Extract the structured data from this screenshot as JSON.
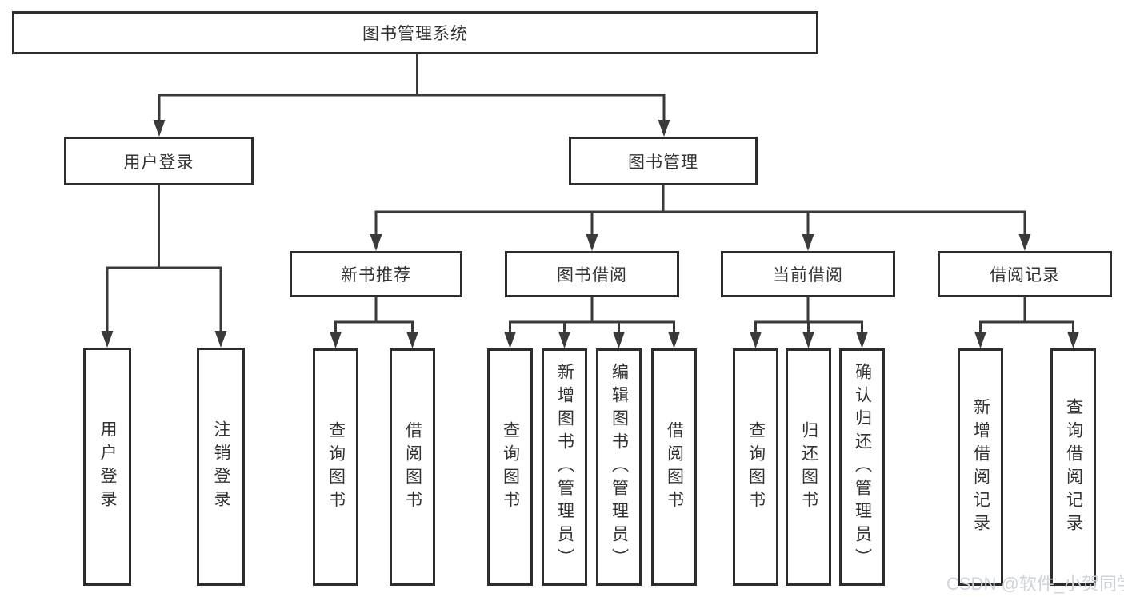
{
  "colors": {
    "line": "#3a3a3a",
    "border": "#2d2d2d",
    "text": "#333333",
    "watermark": "#cfd3da",
    "background": "#ffffff"
  },
  "watermark": {
    "text": "CSDN @软件_小贺同学"
  },
  "tree": {
    "root": {
      "label": "图书管理系统"
    },
    "branches": [
      {
        "label": "用户登录",
        "children": [
          {
            "label": "用户登录"
          },
          {
            "label": "注销登录"
          }
        ]
      },
      {
        "label": "图书管理",
        "children": [
          {
            "label": "新书推荐",
            "children": [
              {
                "label": "查询图书"
              },
              {
                "label": "借阅图书"
              }
            ]
          },
          {
            "label": "图书借阅",
            "children": [
              {
                "label": "查询图书"
              },
              {
                "label": "新增图书（管理员）"
              },
              {
                "label": "编辑图书（管理员）"
              },
              {
                "label": "借阅图书"
              }
            ]
          },
          {
            "label": "当前借阅",
            "children": [
              {
                "label": "查询图书"
              },
              {
                "label": "归还图书"
              },
              {
                "label": "确认归还（管理员）"
              }
            ]
          },
          {
            "label": "借阅记录",
            "children": [
              {
                "label": "新增借阅记录"
              },
              {
                "label": "查询借阅记录"
              }
            ]
          }
        ]
      }
    ]
  }
}
